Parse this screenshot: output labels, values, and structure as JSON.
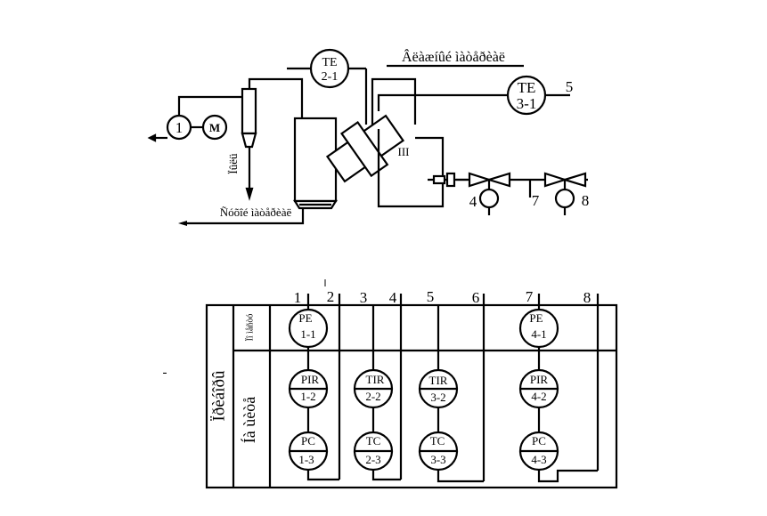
{
  "top_scheme": {
    "labels": {
      "te21_line1": "TE",
      "te21_line2": "2-1",
      "te31_line1": "TE",
      "te31_line2": "3-1",
      "pump": "1",
      "motor": "M",
      "compressed_air": "Âëàæíûé ìàòåðèàë",
      "dust": "Ïûëü",
      "dry_material": "Ñóõîé ìàòåðèàë",
      "chamber": "III",
      "n4": "4",
      "n5": "5",
      "n7": "7",
      "n8": "8"
    }
  },
  "panel": {
    "column_numbers": [
      "1",
      "2",
      "3",
      "4",
      "5",
      "6",
      "7",
      "8"
    ],
    "row_title_main": "Ïðèáîðû",
    "row_title_local": "Ïî ìåñòó",
    "row_title_board": "Íà ùèòå",
    "instruments": [
      {
        "code": "PE",
        "tag": "1-1"
      },
      {
        "code": "PE",
        "tag": "4-1"
      },
      {
        "code": "PIR",
        "tag": "1-2"
      },
      {
        "code": "TIR",
        "tag": "2-2"
      },
      {
        "code": "TIR",
        "tag": "3-2"
      },
      {
        "code": "PIR",
        "tag": "4-2"
      },
      {
        "code": "PC",
        "tag": "1-3"
      },
      {
        "code": "TC",
        "tag": "2-3"
      },
      {
        "code": "TC",
        "tag": "3-3"
      },
      {
        "code": "PC",
        "tag": "4-3"
      }
    ],
    "stray_mark": "-"
  }
}
